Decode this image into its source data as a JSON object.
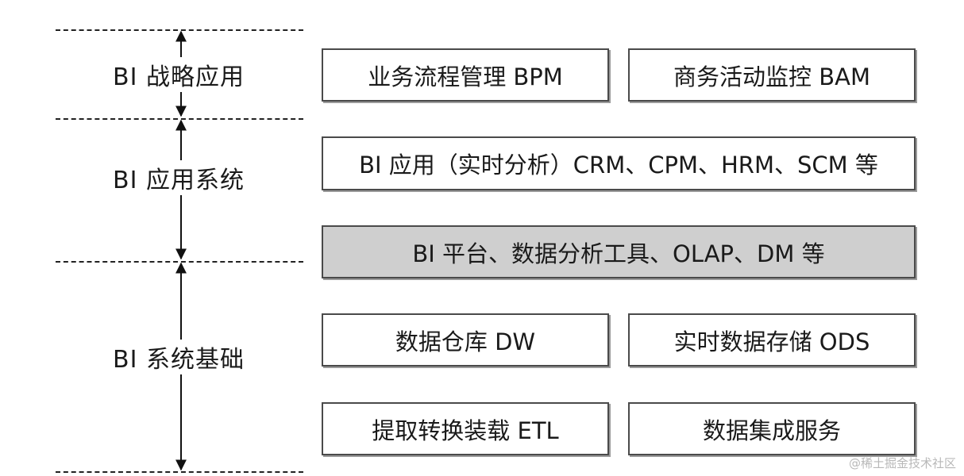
{
  "layers": [
    {
      "label": "BI 战略应用"
    },
    {
      "label": "BI 应用系统"
    },
    {
      "label": "BI 系统基础"
    }
  ],
  "boxes": {
    "bpm": "业务流程管理 BPM",
    "bam": "商务活动监控 BAM",
    "bi_apps": "BI 应用（实时分析）CRM、CPM、HRM、SCM 等",
    "bi_platform": "BI 平台、数据分析工具、OLAP、DM 等",
    "dw": "数据仓库 DW",
    "ods": "实时数据存储 ODS",
    "etl": "提取转换装载 ETL",
    "integration": "数据集成服务"
  },
  "watermark": "@稀土掘金技术社区",
  "colors": {
    "box_border": "#4a4a4a",
    "shaded_fill": "#cfcfcf",
    "line": "#222222"
  }
}
